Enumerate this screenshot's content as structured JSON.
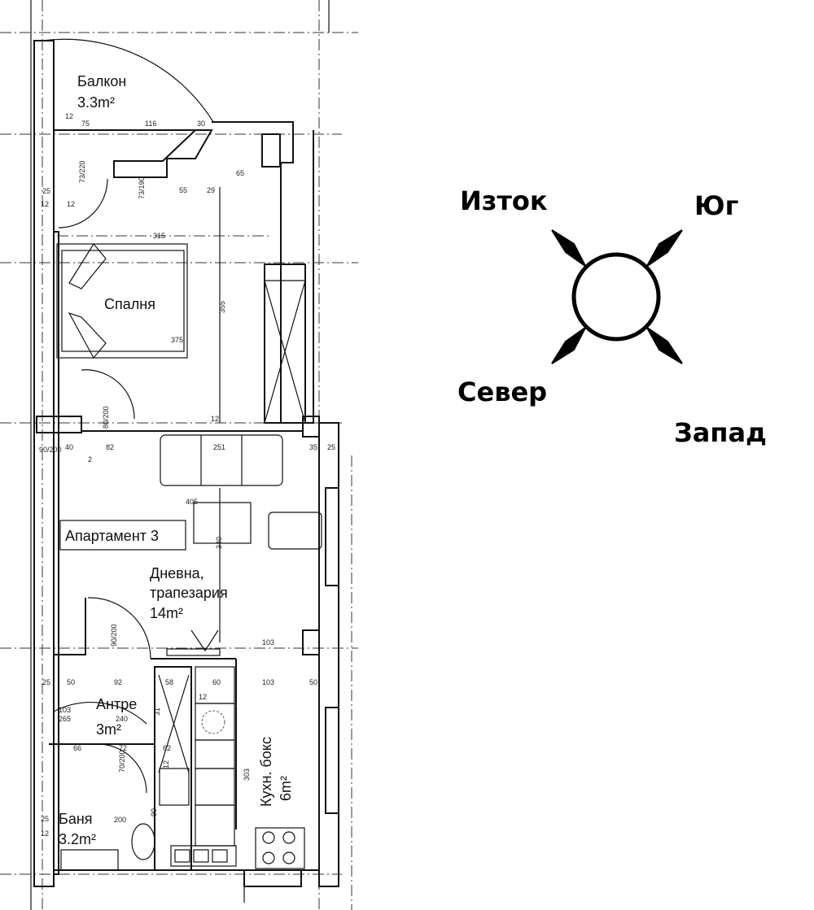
{
  "rooms": {
    "balcony": {
      "name": "Балкон",
      "area": "3.3m²"
    },
    "bedroom": {
      "name": "Спалня"
    },
    "apartment": {
      "name": "Апартамент 3"
    },
    "living": {
      "name1": "Дневна,",
      "name2": "трапезария",
      "area": "14m²"
    },
    "entry": {
      "name": "Антре",
      "area": "3m²"
    },
    "bath": {
      "name": "Баня",
      "area": "3.2m²"
    },
    "kitchen": {
      "name": "Кухн. бокс",
      "area": "6m²"
    }
  },
  "dimensions": [
    "12",
    "75",
    "116",
    "30",
    "73/220",
    "73/190",
    "55",
    "29",
    "65",
    "25",
    "12",
    "12",
    "315",
    "375",
    "355",
    "80/200",
    "12",
    "90/200",
    "40",
    "82",
    "2",
    "251",
    "35",
    "25",
    "405",
    "340",
    "90/200",
    "103",
    "25",
    "50",
    "92",
    "58",
    "60",
    "103",
    "50",
    "12",
    "103",
    "265",
    "240",
    "31",
    "66",
    "72",
    "62",
    "70/200",
    "12",
    "303",
    "25",
    "12",
    "200",
    "90"
  ],
  "compass": {
    "east": "Изток",
    "south": "Юг",
    "north": "Север",
    "west": "Запад"
  }
}
